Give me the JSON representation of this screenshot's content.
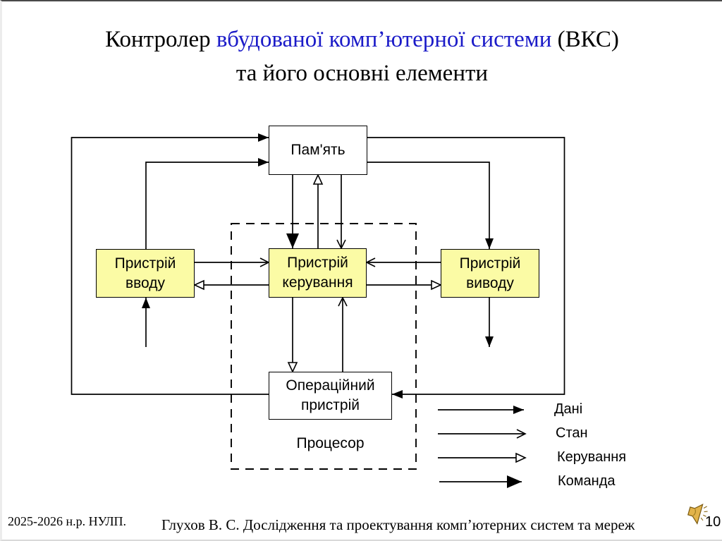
{
  "title": {
    "prefix": "Контролер ",
    "highlight": "вбудованої комп’ютерної системи",
    "suffix": " (ВКС)",
    "line2": "та його основні елементи",
    "highlight_color": "#1b1bc8"
  },
  "diagram": {
    "memory_label": "Пам'ять",
    "input_label": "Пристрій\nвводу",
    "control_label": "Пристрій\nкерування",
    "output_label": "Пристрій\nвиводу",
    "operational_label": "Операційний\nпристрій",
    "processor_label": "Процесор",
    "device_fill": "#FBFBA5",
    "line_color": "#000000"
  },
  "legend": {
    "items": [
      {
        "label": "Дані",
        "arrow_type": "filled-arrow"
      },
      {
        "label": "Стан",
        "arrow_type": "open-v-arrow"
      },
      {
        "label": "Керування",
        "arrow_type": "hollow-triangle-arrow"
      },
      {
        "label": "Команда",
        "arrow_type": "large-filled-arrow"
      }
    ]
  },
  "footer": {
    "left": "2025-2026 н.р. НУЛП.",
    "center": "Глухов В. С. Дослідження та проектування комп’ютерних систем та мереж",
    "page": "10"
  }
}
